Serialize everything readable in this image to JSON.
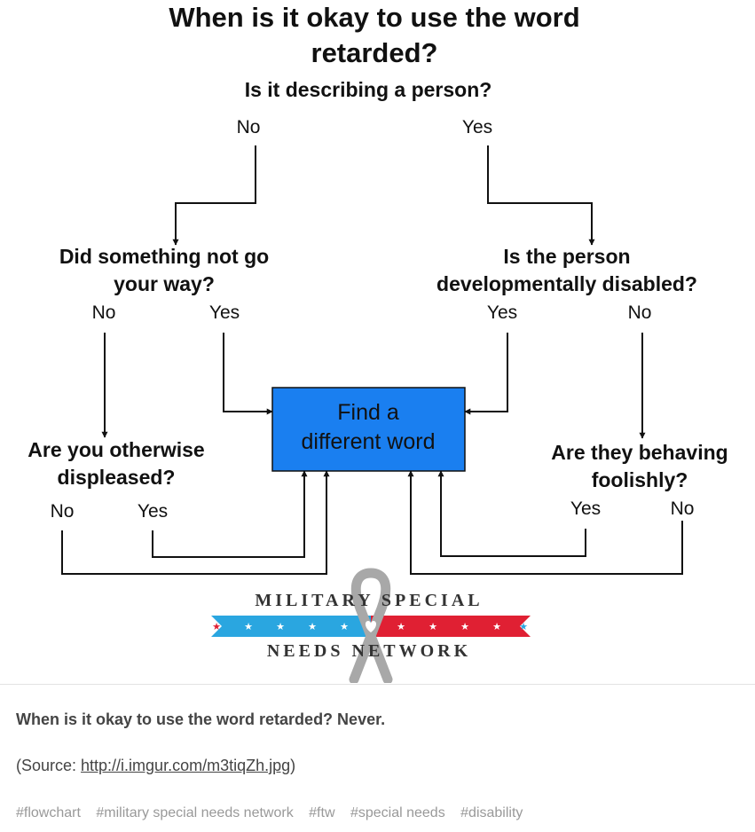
{
  "flowchart": {
    "title_line1": "When is it okay to use the word",
    "title_line2": "retarded?",
    "q_person": "Is it describing a person?",
    "a_no": "No",
    "a_yes": "Yes",
    "q_way_line1": "Did something not go",
    "q_way_line2": "your way?",
    "q_dev_line1": "Is the person",
    "q_dev_line2": "developmentally disabled?",
    "q_displeased_line1": "Are you otherwise",
    "q_displeased_line2": "displeased?",
    "q_foolish_line1": "Are they behaving",
    "q_foolish_line2": "foolishly?",
    "result_line1": "Find a",
    "result_line2": "different word",
    "result_color": "#1a7ff0"
  },
  "logo": {
    "top_text": "MILITARY SPECIAL",
    "bottom_text": "NEEDS NETWORK",
    "blue": "#2aa6e0",
    "red": "#e02033",
    "ribbon": "#a8a8a8"
  },
  "post": {
    "caption": "When is it okay to use the word retarded? Never.",
    "source_prefix": "(Source: ",
    "source_link": "http://i.imgur.com/m3tiqZh.jpg",
    "source_suffix": ")",
    "tags": [
      "#flowchart",
      "#military special needs network",
      "#ftw",
      "#special needs",
      "#disability"
    ]
  }
}
